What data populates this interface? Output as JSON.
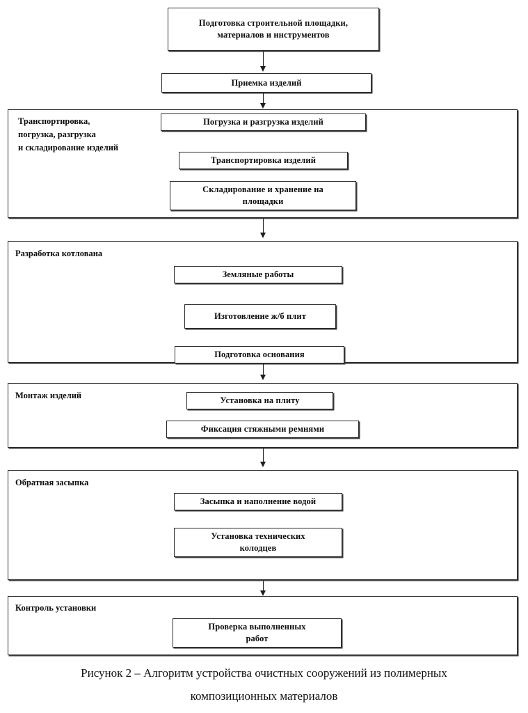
{
  "figure": {
    "caption_line1": "Рисунок 2 – Алгоритм устройства очистных сооружений из полимерных",
    "caption_line2": "композиционных материалов",
    "ink_color": "#1d1d1d",
    "background_color": "#ffffff"
  },
  "flow": {
    "start_box": "Подготовка строительной площадки,\nматериалов и инструментов",
    "second_box": "Приемка изделий",
    "sections": [
      {
        "id": "transport",
        "title": "Транспортировка,\nпогрузка, разгрузка\nи складирование изделий",
        "steps": [
          "Погрузка и разгрузка изделий",
          "Транспортировка изделий",
          "Складирование и хранение на\nплощадки"
        ]
      },
      {
        "id": "excavation",
        "title": "Разработка котлована",
        "steps": [
          "Земляные работы",
          "Изготовление ж/б плит",
          "Подготовка основания"
        ]
      },
      {
        "id": "installation",
        "title": "Монтаж изделий",
        "steps": [
          "Установка на плиту",
          "Фиксация стяжными ремнями"
        ]
      },
      {
        "id": "backfill",
        "title": "Обратная засыпка",
        "steps": [
          "Засыпка и наполнение водой",
          "Установка технических\nколодцев"
        ]
      },
      {
        "id": "control",
        "title": "Контроль установки",
        "steps": [
          "Проверка выполненных\nработ"
        ]
      }
    ]
  },
  "chart_data": {
    "type": "diagram",
    "title": "Рисунок 2 – Алгоритм устройства очистных сооружений из полимерных композиционных материалов",
    "nodes": [
      "Подготовка строительной площадки, материалов и инструментов",
      "Приемка изделий",
      "Транспортировка, погрузка, разгрузка и складирование изделий",
      "Погрузка и разгрузка изделий",
      "Транспортировка изделий",
      "Складирование и хранение на площадки",
      "Разработка котлована",
      "Земляные работы",
      "Изготовление ж/б плит",
      "Подготовка основания",
      "Монтаж изделий",
      "Установка на плиту",
      "Фиксация стяжными ремнями",
      "Обратная засыпка",
      "Засыпка и наполнение водой",
      "Установка технических колодцев",
      "Контроль установки",
      "Проверка выполненных работ"
    ],
    "edges": [
      "Подготовка строительной площадки → Приемка изделий",
      "Приемка изделий → Транспортировка, погрузка, разгрузка и складирование изделий",
      "Транспортировка → Разработка котлована",
      "Разработка котлована → Монтаж изделий",
      "Монтаж изделий → Обратная засыпка",
      "Обратная засыпка → Контроль установки"
    ]
  }
}
